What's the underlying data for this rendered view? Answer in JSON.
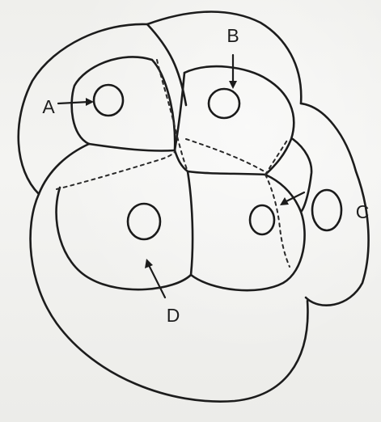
{
  "labels": {
    "a": "A",
    "b": "B",
    "c": "C",
    "d": "D"
  },
  "colors": {
    "line": "#1c1c1c",
    "paper": "#f1f1ef"
  }
}
